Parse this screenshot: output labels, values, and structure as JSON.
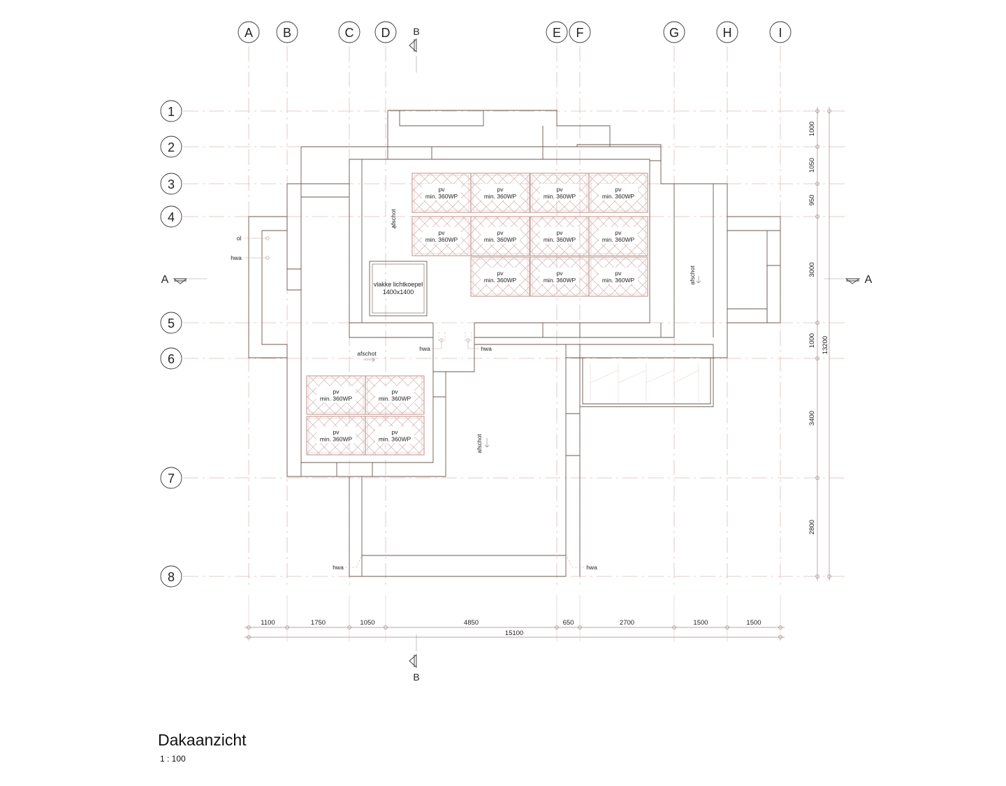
{
  "sheet": {
    "title": "Dakaanzicht",
    "scale": "1 : 100"
  },
  "grid": {
    "columns": [
      "A",
      "B",
      "C",
      "D",
      "E",
      "F",
      "G",
      "H",
      "I"
    ],
    "rows": [
      "1",
      "2",
      "3",
      "4",
      "5",
      "6",
      "7",
      "8"
    ]
  },
  "sections": {
    "a_label": "A",
    "b_label": "B"
  },
  "dimensions": {
    "horizontal": [
      "1100",
      "1750",
      "1050",
      "4850",
      "650",
      "2700",
      "1500",
      "1500"
    ],
    "horizontal_total": "15100",
    "vertical": [
      "1000",
      "1050",
      "950",
      "3000",
      "1000",
      "3400",
      "2800"
    ],
    "vertical_total": "13200"
  },
  "pv_panel": {
    "line1": "pv",
    "line2": "min. 360WP"
  },
  "skylight": {
    "line1": "vlakke lichtkoepel",
    "line2": "1400x1400"
  },
  "annotations": {
    "afschot": "afschot",
    "hwa": "hwa",
    "ol": "ol"
  },
  "colors": {
    "wall": "#6b5a52",
    "grid": "#d8b7b4",
    "panel_hatch": "#c9a8a3",
    "panel_edge": "#c7a29d",
    "text": "#222222"
  }
}
